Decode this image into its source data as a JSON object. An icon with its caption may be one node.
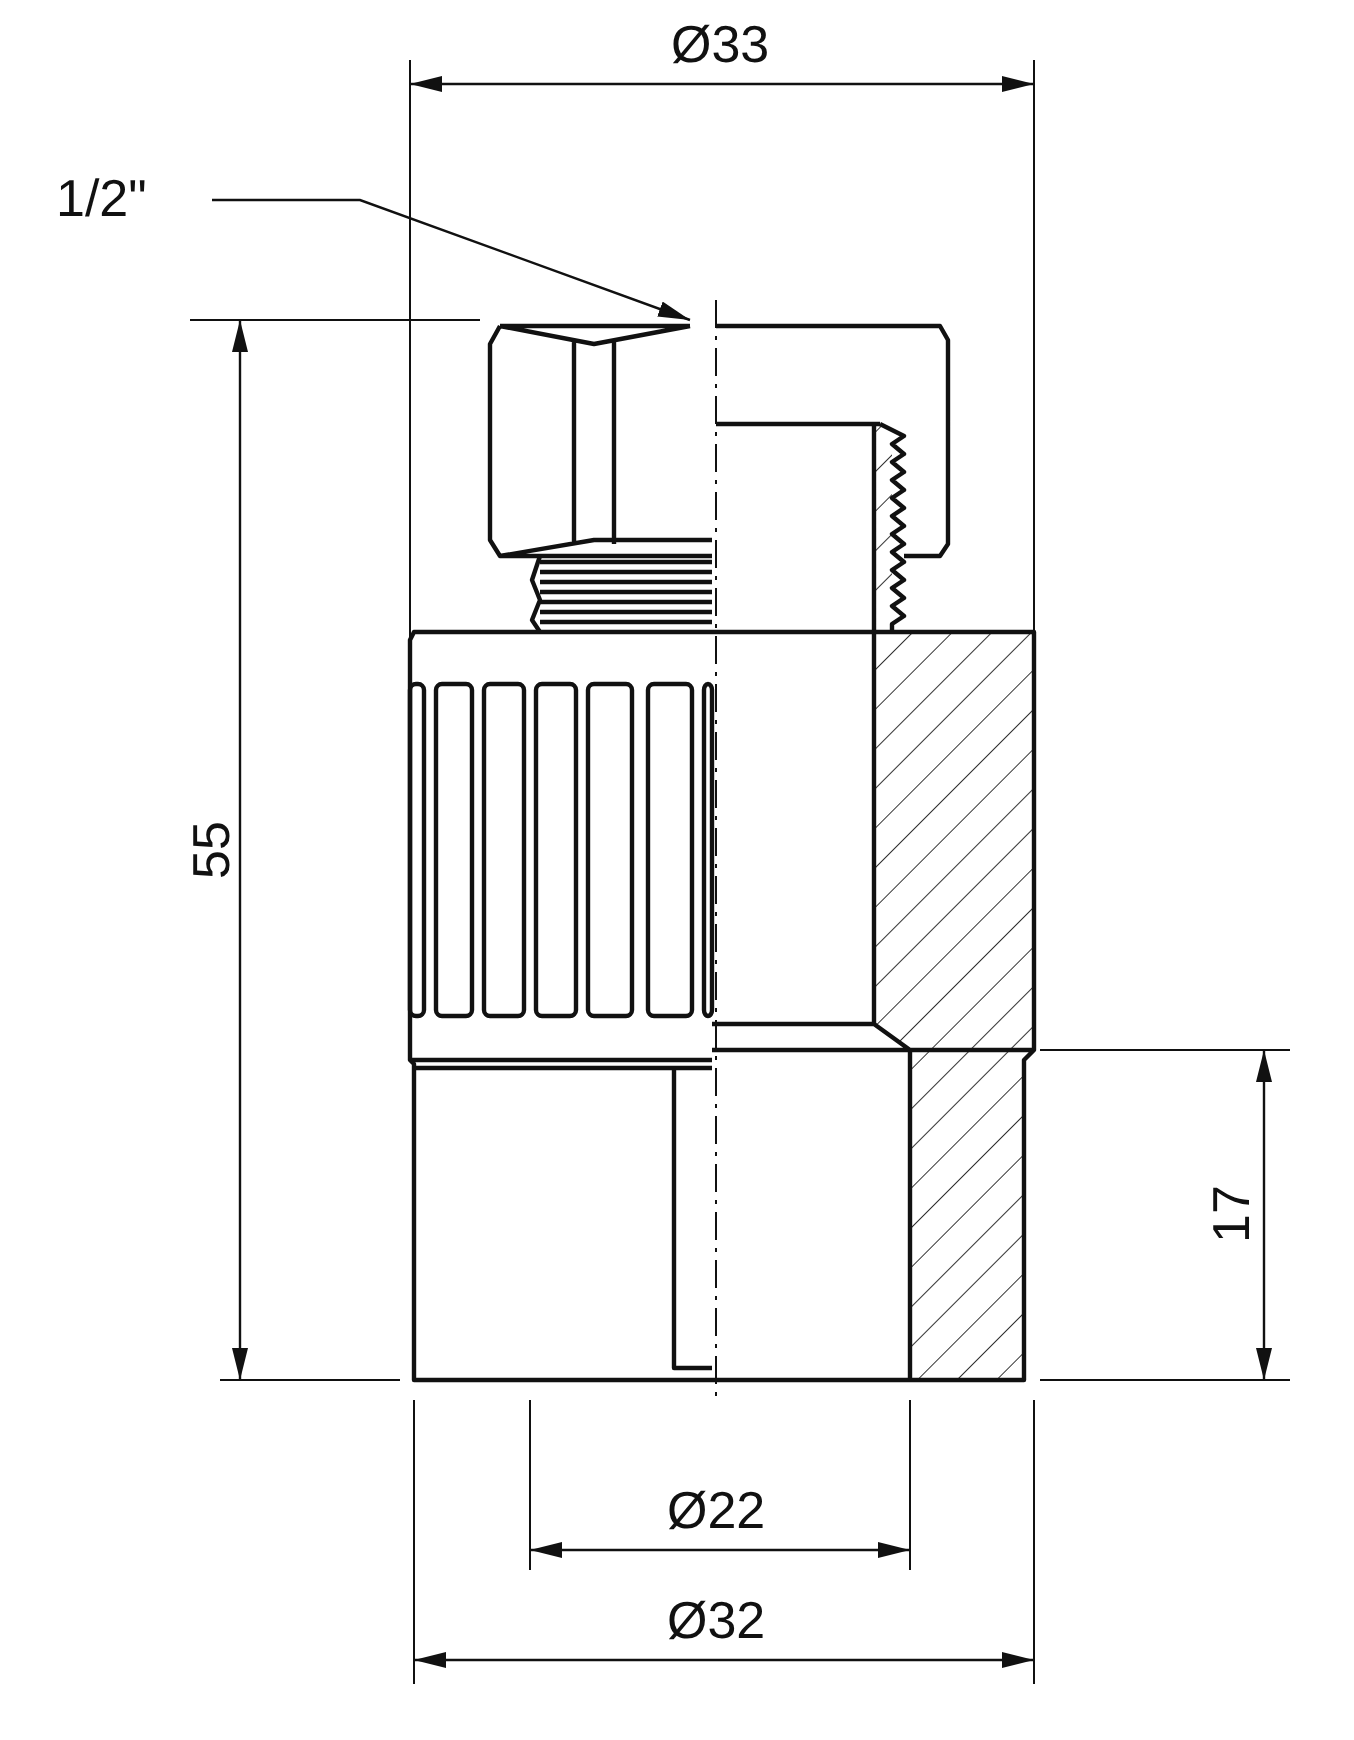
{
  "diagram": {
    "nodes": [
      {
        "text": [
          "1/2\""
        ]
      },
      {
        "text": [],
        "shape": "picture"
      }
    ],
    "edges": [
      {
        "from": 0,
        "to": 1,
        "arrow": "to"
      }
    ],
    "labels": [
      "Ø33",
      "55",
      "17",
      "Ø22",
      "Ø32"
    ]
  }
}
